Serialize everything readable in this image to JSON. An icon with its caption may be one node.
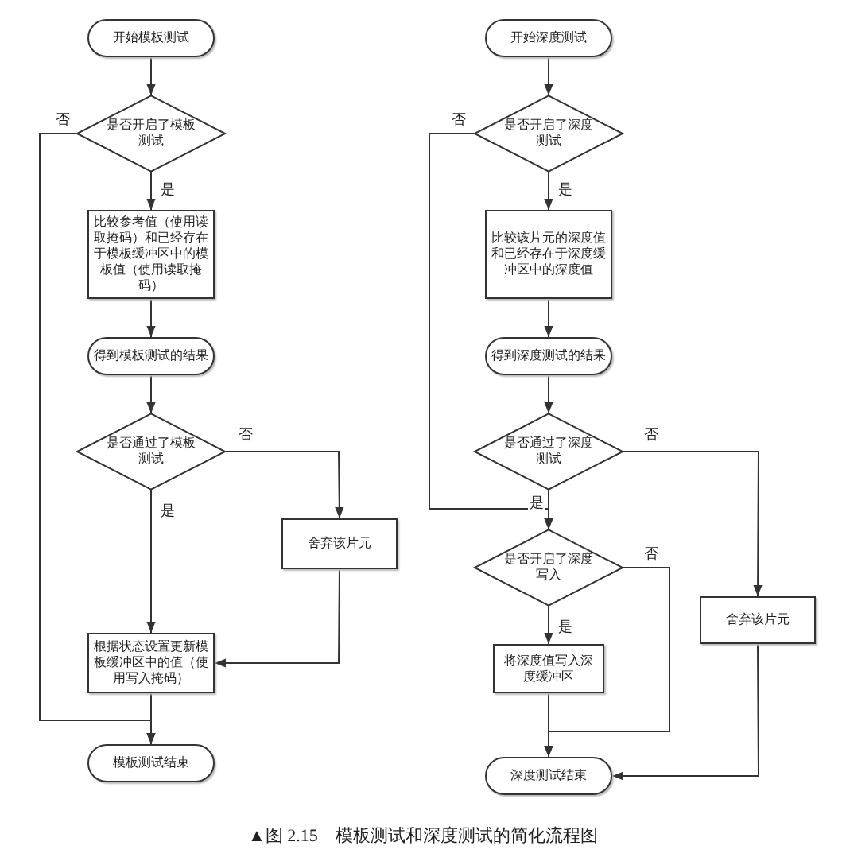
{
  "diagram": {
    "caption": "▲图 2.15　模板测试和深度测试的简化流程图",
    "nodes": [
      {
        "text": [
          "开始模板测试"
        ]
      },
      {
        "text": [
          "是否开启了模板测试"
        ]
      },
      {
        "text": [
          "比较参考值（使用读取掩码）和已经存在于模板缓冲区中的模板值（使用读取掩码）"
        ]
      },
      {
        "text": [
          "得到模板测试的结果"
        ]
      },
      {
        "text": [
          "是否通过了模板测试"
        ]
      },
      {
        "text": [
          "舍弃该片元"
        ]
      },
      {
        "text": [
          "根据状态设置更新模板缓冲区中的值（使用写入掩码）"
        ]
      },
      {
        "text": [
          "模板测试结束"
        ]
      },
      {
        "text": [
          "开始深度测试"
        ]
      },
      {
        "text": [
          "是否开启了深度测试"
        ]
      },
      {
        "text": [
          "比较该片元的深度值和已经存在于深度缓冲区中的深度值"
        ]
      },
      {
        "text": [
          "得到深度测试的结果"
        ]
      },
      {
        "text": [
          "是否通过了深度测试"
        ]
      },
      {
        "text": [
          "是否开启了深度写入"
        ]
      },
      {
        "text": [
          "将深度值写入深度缓冲区"
        ]
      },
      {
        "text": [
          "舍弃该片元"
        ]
      },
      {
        "text": [
          "深度测试结束"
        ]
      }
    ],
    "edges": [
      {
        "from": 0,
        "to": 1,
        "arrow": "to"
      },
      {
        "from": 1,
        "to": 2,
        "arrow": "to",
        "label": "是"
      },
      {
        "from": 2,
        "to": 3,
        "arrow": "to"
      },
      {
        "from": 3,
        "to": 4,
        "arrow": "to"
      },
      {
        "from": 4,
        "to": 6,
        "arrow": "to",
        "label": "是"
      },
      {
        "from": 4,
        "to": 5,
        "arrow": "to",
        "label": "否"
      },
      {
        "from": 5,
        "to": 6,
        "arrow": "to"
      },
      {
        "from": 1,
        "to": 7,
        "arrow": "to",
        "label": "否"
      },
      {
        "from": 6,
        "to": 7,
        "arrow": "to"
      },
      {
        "from": 8,
        "to": 9,
        "arrow": "to"
      },
      {
        "from": 9,
        "to": 10,
        "arrow": "to",
        "label": "是"
      },
      {
        "from": 10,
        "to": 11,
        "arrow": "to"
      },
      {
        "from": 11,
        "to": 12,
        "arrow": "to"
      },
      {
        "from": 12,
        "to": 13,
        "arrow": "to",
        "label": "是"
      },
      {
        "from": 9,
        "to": 13,
        "arrow": "to",
        "label": "否"
      },
      {
        "from": 12,
        "to": 15,
        "arrow": "to",
        "label": "否"
      },
      {
        "from": 13,
        "to": 14,
        "arrow": "to",
        "label": "是"
      },
      {
        "from": 13,
        "to": 16,
        "arrow": "to",
        "label": "否"
      },
      {
        "from": 14,
        "to": 16,
        "arrow": "to"
      },
      {
        "from": 15,
        "to": 16,
        "arrow": "to"
      }
    ]
  }
}
